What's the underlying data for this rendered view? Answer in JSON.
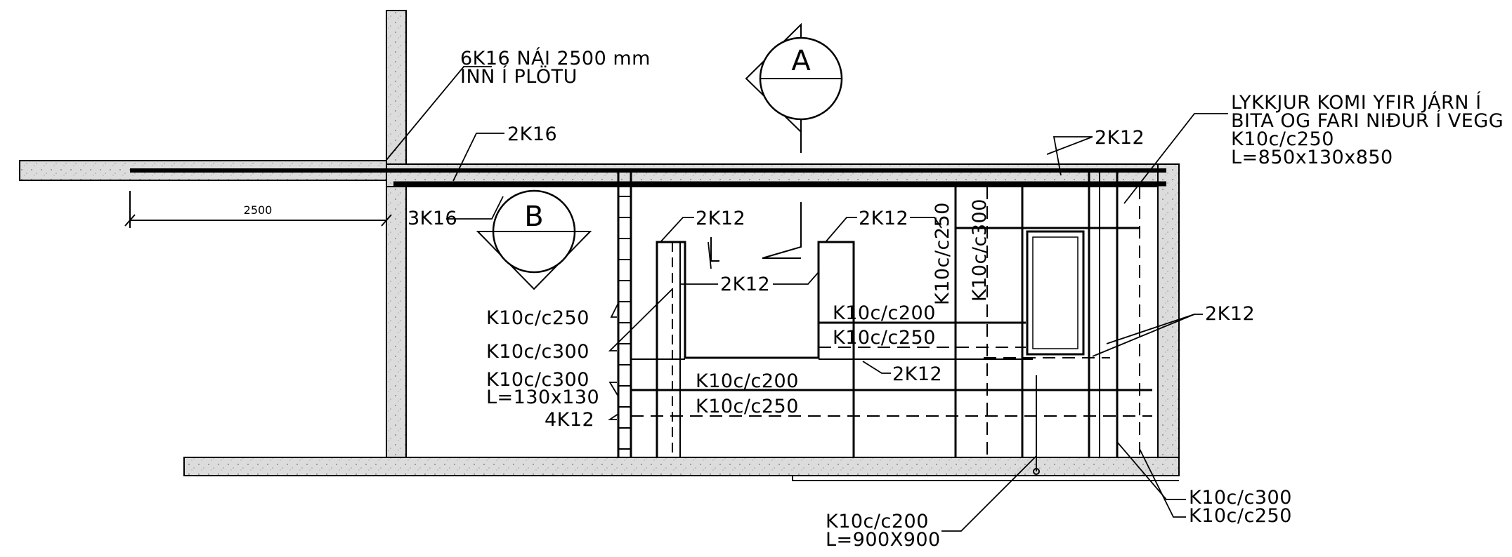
{
  "colors": {
    "ink": "#000000",
    "concrete_fill": "#d6d6d6",
    "background": "#ffffff"
  },
  "bubbles": {
    "section_a": "A",
    "section_b": "B"
  },
  "dimension": {
    "value": "2500"
  },
  "labels": {
    "top_note_1": "6K16 NÁI 2500 mm",
    "top_note_2": "INN Í PLÖTU",
    "top_bar": "2K16",
    "left_bar": "3K16",
    "right_note_1": "LYKKJUR KOMI YFIR JÁRN Í",
    "right_note_2": "BITA OG FARI NIÐUR Í VEGG",
    "right_note_3": "K10c/c250",
    "right_note_4": "L=850x130x850",
    "rebar_2k12_top_right": "2K12",
    "rebar_2k12_a": "2K12",
    "rebar_2k12_b": "2K12",
    "rebar_2k12_c": "2K12",
    "rebar_2k12_mid": "2K12",
    "rebar_2k12_right": "2K12",
    "vert_k10c250": "K10c/c250",
    "vert_k10c300": "K10c/c300",
    "left_k10c250": "K10c/c250",
    "left_k10c300": "K10c/c300",
    "left_k10c300_b": "K10c/c300",
    "left_l130": "L=130x130",
    "left_4k12": "4K12",
    "mid_k10c200": "K10c/c200",
    "mid_k10c250": "K10c/c250",
    "low_k10c200": "K10c/c200",
    "low_k10c250": "K10c/c250",
    "bottom_k10c200": "K10c/c200",
    "bottom_l900": "L=900X900",
    "bottom_right_k10c300": "K10c/c300",
    "bottom_right_k10c250": "K10c/c250"
  }
}
